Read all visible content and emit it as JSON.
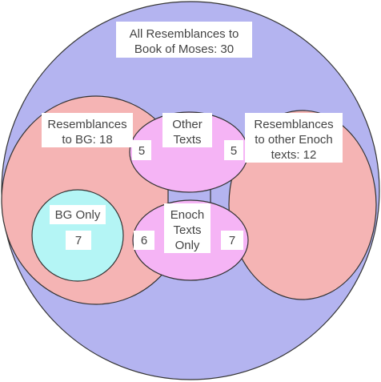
{
  "colors": {
    "outer": "#b4b4f0",
    "resemblances": "#f5b4b4",
    "center": "#f5b4f5",
    "bg_only": "#b4f5f5",
    "bridge": "#b4b4f0"
  },
  "labels": {
    "all": [
      "All Resemblances to",
      "Book of Moses: 30"
    ],
    "bg": [
      "Resemblances",
      "to BG: 18"
    ],
    "other_texts": [
      "Other",
      "Texts"
    ],
    "other_enoch": [
      "Resemblances",
      "to other Enoch",
      "texts: 12"
    ],
    "bg_only": [
      "BG Only"
    ],
    "enoch_only": [
      "Enoch",
      "Texts",
      "Only"
    ]
  },
  "counts": {
    "other_left": "5",
    "other_right": "5",
    "bg_only": "7",
    "enoch_left": "6",
    "enoch_right": "7"
  }
}
